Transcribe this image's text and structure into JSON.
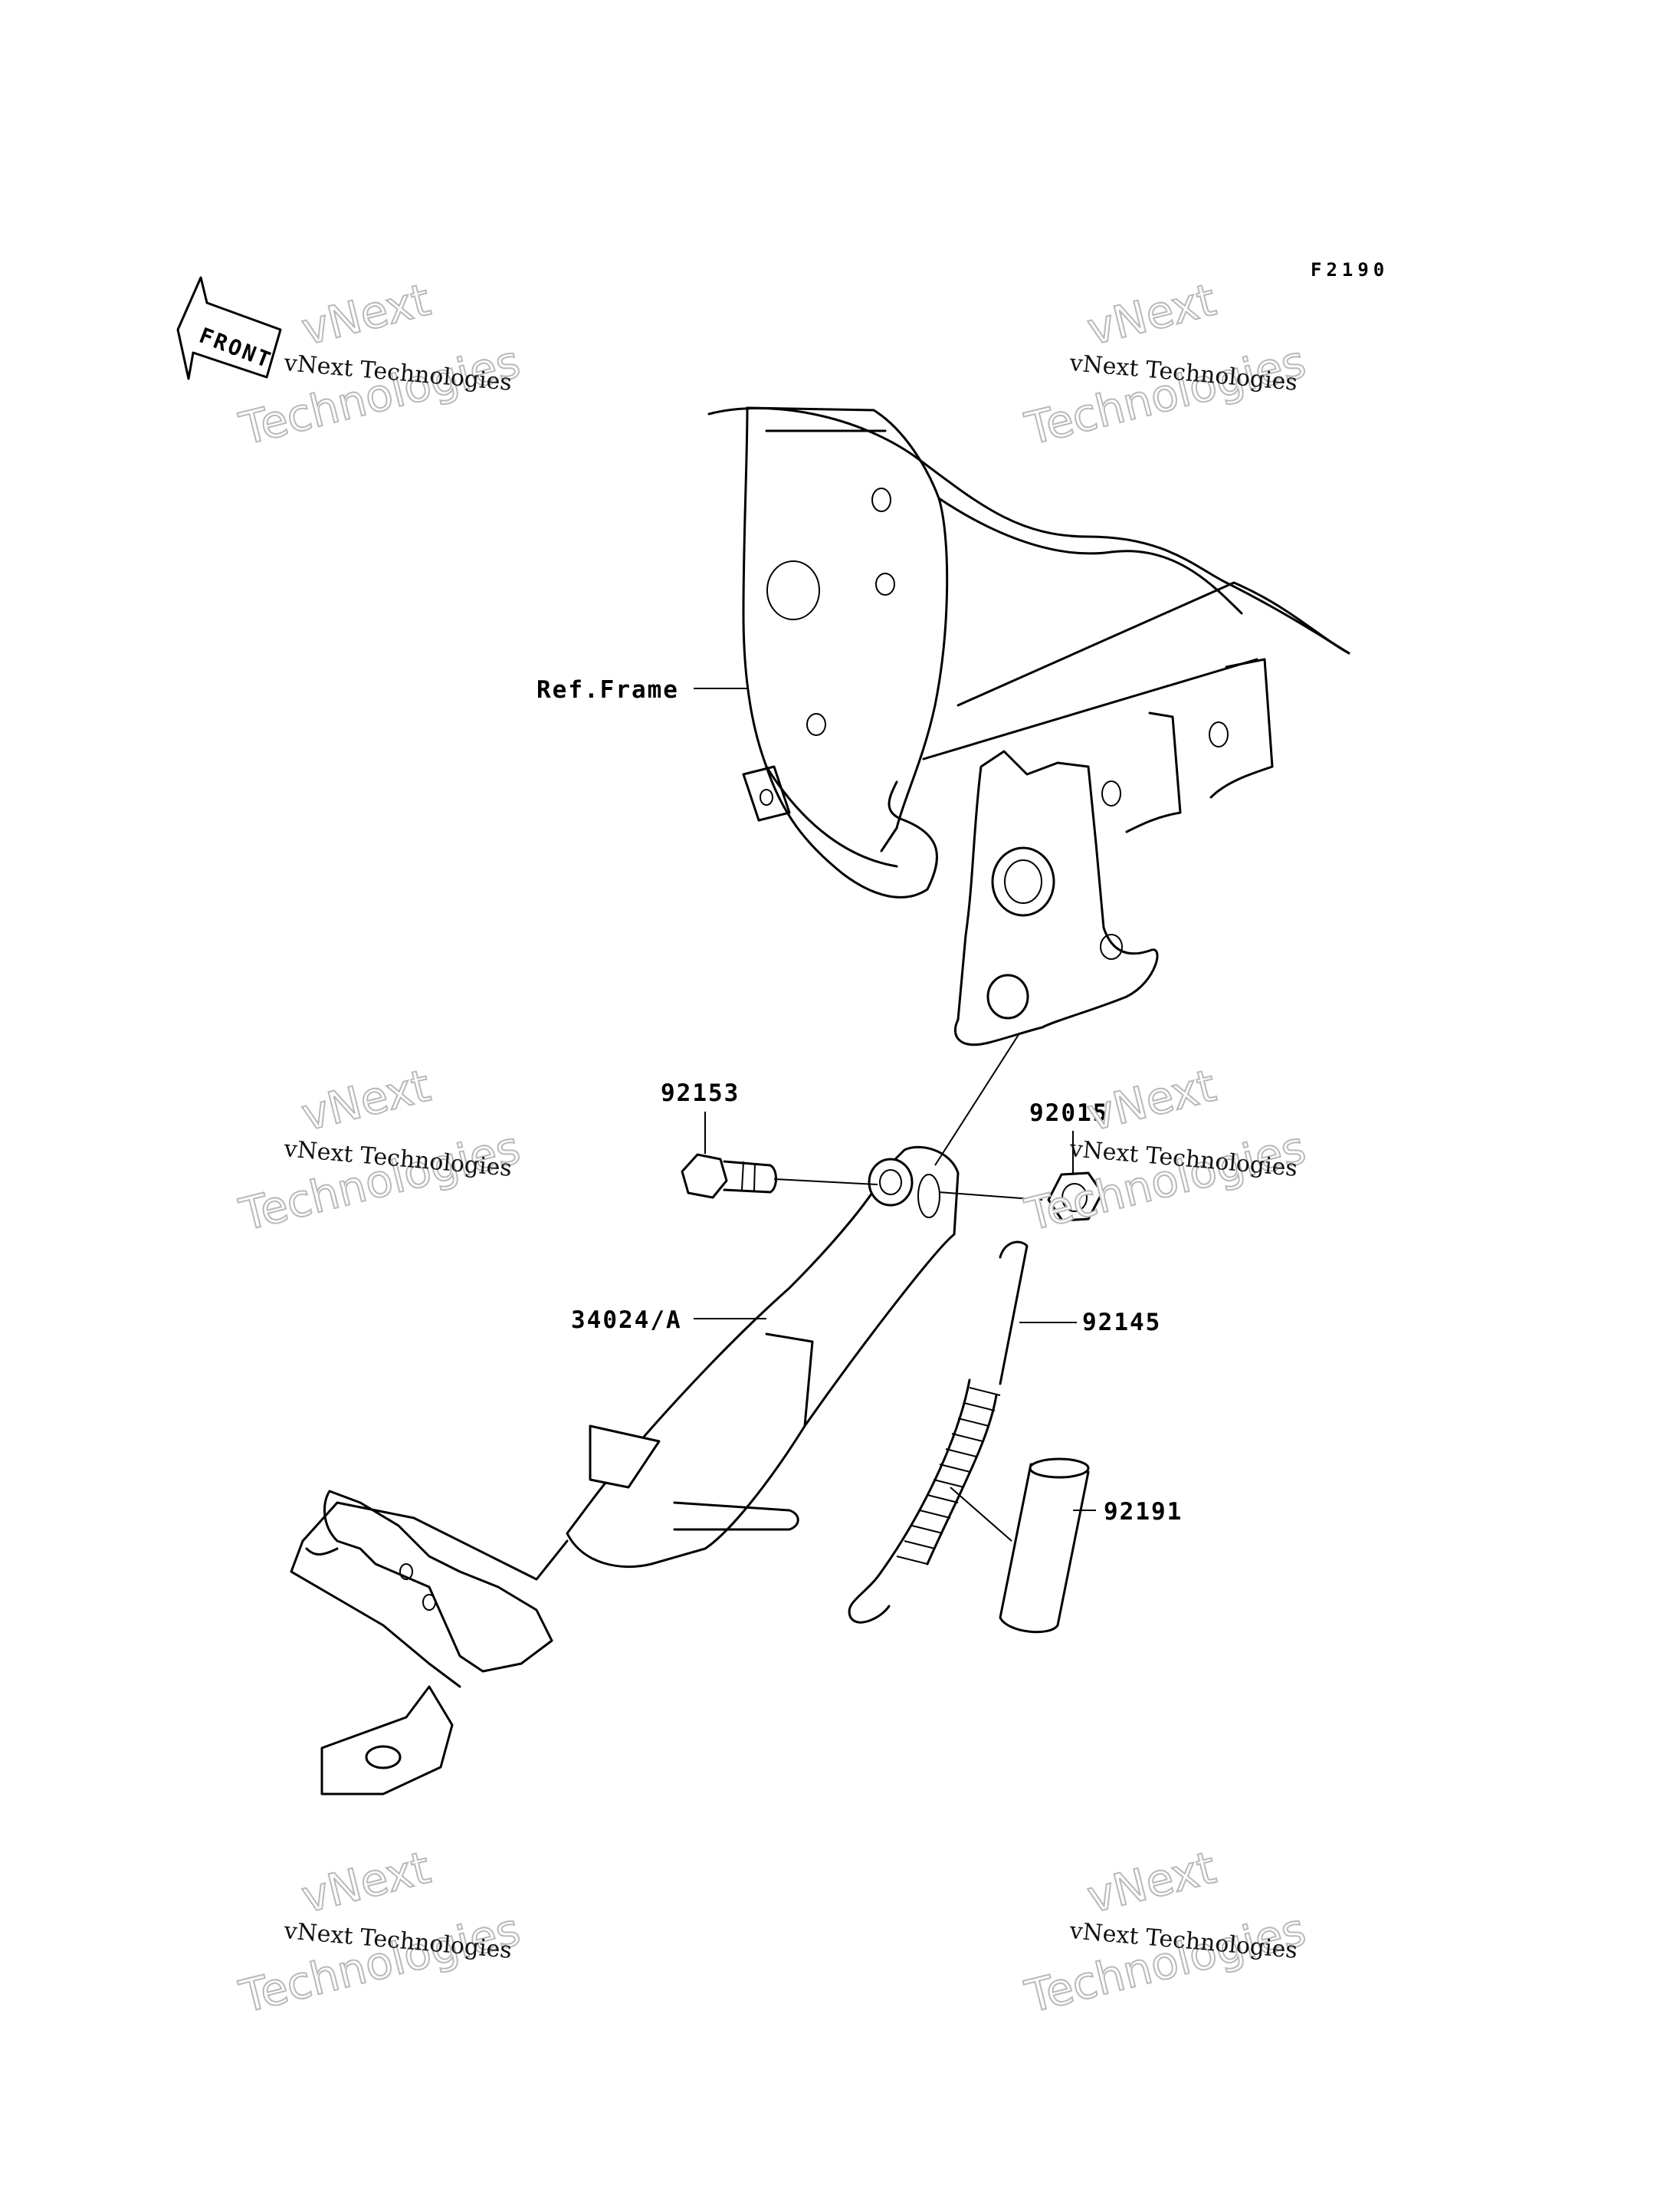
{
  "diagram_code": "F2190",
  "front_marker": "FRONT",
  "labels": {
    "ref_frame": "Ref.Frame",
    "p92153": "92153",
    "p92015": "92015",
    "p34024": "34024/A",
    "p92145": "92145",
    "p92191": "92191"
  },
  "watermark": {
    "line1": "vNext Technologies",
    "line2": "vNext",
    "line3": "Technologies"
  }
}
